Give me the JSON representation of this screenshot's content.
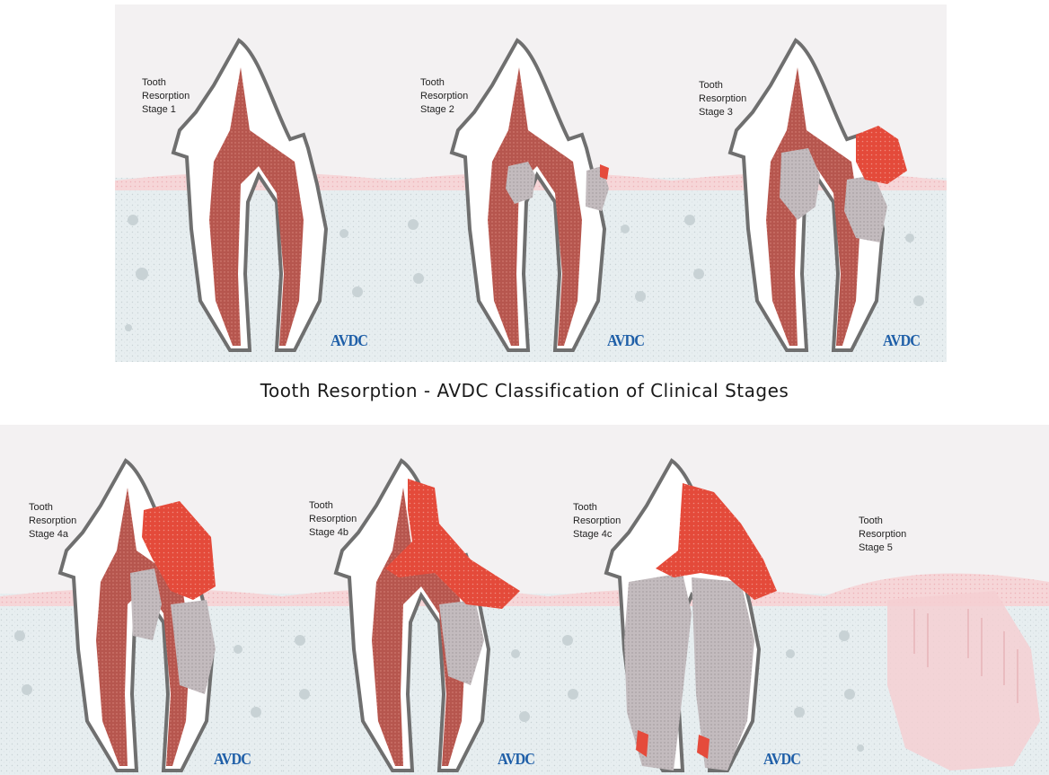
{
  "caption": "Tooth Resorption - AVDC Classification of Clinical Stages",
  "logo_text": "AVDC",
  "colors": {
    "panel_bg": "#f3f1f2",
    "bone": "#e8eef0",
    "gum": "#f4cfd2",
    "pulp": "#b8574f",
    "lesion": "#e54b3c",
    "replacement": "#bdb5b8",
    "outline": "#6f6f6f",
    "logo": "#1f5fa8"
  },
  "stages": [
    {
      "line1": "Tooth",
      "line2": "Resorption",
      "line3": "Stage 1"
    },
    {
      "line1": "Tooth",
      "line2": "Resorption",
      "line3": "Stage 2"
    },
    {
      "line1": "Tooth",
      "line2": "Resorption",
      "line3": "Stage 3"
    },
    {
      "line1": "Tooth",
      "line2": "Resorption",
      "line3": "Stage 4a"
    },
    {
      "line1": "Tooth",
      "line2": "Resorption",
      "line3": "Stage 4b"
    },
    {
      "line1": "Tooth",
      "line2": "Resorption",
      "line3": "Stage 4c"
    },
    {
      "line1": "Tooth",
      "line2": "Resorption",
      "line3": "Stage 5"
    }
  ]
}
